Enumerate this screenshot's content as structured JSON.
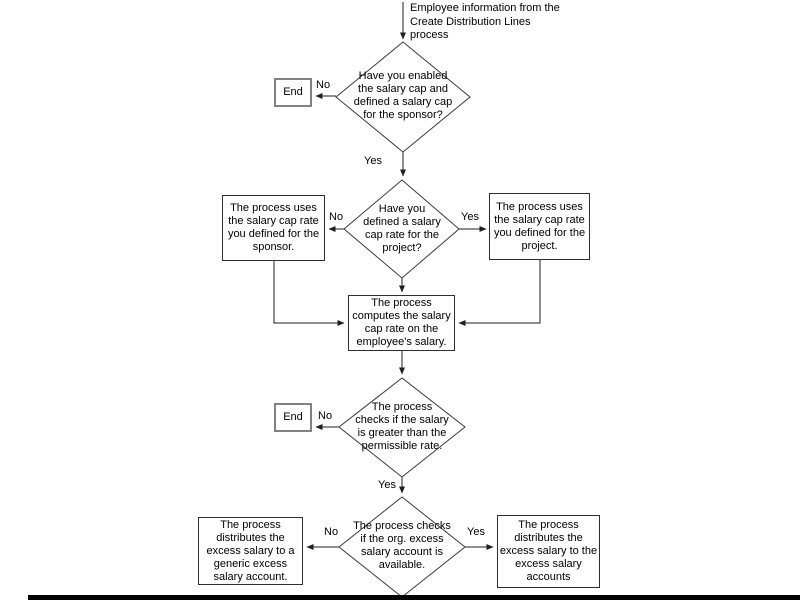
{
  "diagram": {
    "start_note_lines": [
      "Employee information from the",
      "Create Distribution Lines",
      "process"
    ],
    "nodes": {
      "decision_salary_cap_enabled": {
        "lines": [
          "Have you enabled",
          "the salary cap and",
          "defined a salary cap",
          "for the sponsor?"
        ]
      },
      "end_top": {
        "label": "End"
      },
      "decision_salary_cap_rate_project": {
        "lines": [
          "Have you",
          "defined a salary",
          "cap rate for the",
          "project?"
        ]
      },
      "process_rate_sponsor": {
        "lines": [
          "The process uses",
          "the salary cap rate",
          "you defined for the",
          "sponsor."
        ]
      },
      "process_rate_project": {
        "lines": [
          "The process uses",
          "the salary cap rate",
          "you defined for the",
          "project."
        ]
      },
      "process_compute_rate": {
        "lines": [
          "The process",
          "computes the salary",
          "cap rate on the",
          "employee's salary."
        ]
      },
      "decision_salary_greater": {
        "lines": [
          "The process",
          "checks if the salary",
          "is greater than the",
          "permissible rate."
        ]
      },
      "end_middle": {
        "label": "End"
      },
      "decision_org_excess_account": {
        "lines": [
          "The process checks",
          "if the org. excess",
          "salary account is",
          "available."
        ]
      },
      "process_generic_excess": {
        "lines": [
          "The process",
          "distributes the",
          "excess salary to a",
          "generic excess",
          "salary account."
        ]
      },
      "process_excess_accounts": {
        "lines": [
          "The process",
          "distributes the",
          "excess salary to the",
          "excess salary",
          "accounts"
        ]
      }
    },
    "edges": {
      "d1_no": "No",
      "d1_yes": "Yes",
      "d2_no": "No",
      "d2_yes": "Yes",
      "d3_no": "No",
      "d3_yes": "Yes",
      "d4_no": "No",
      "d4_yes": "Yes"
    },
    "colors": {
      "line": "#1f1f1f",
      "process_border": "#2f2f2f",
      "end_border": "#828282",
      "background": "#ffffff",
      "bottom_bar": "#000000"
    }
  }
}
